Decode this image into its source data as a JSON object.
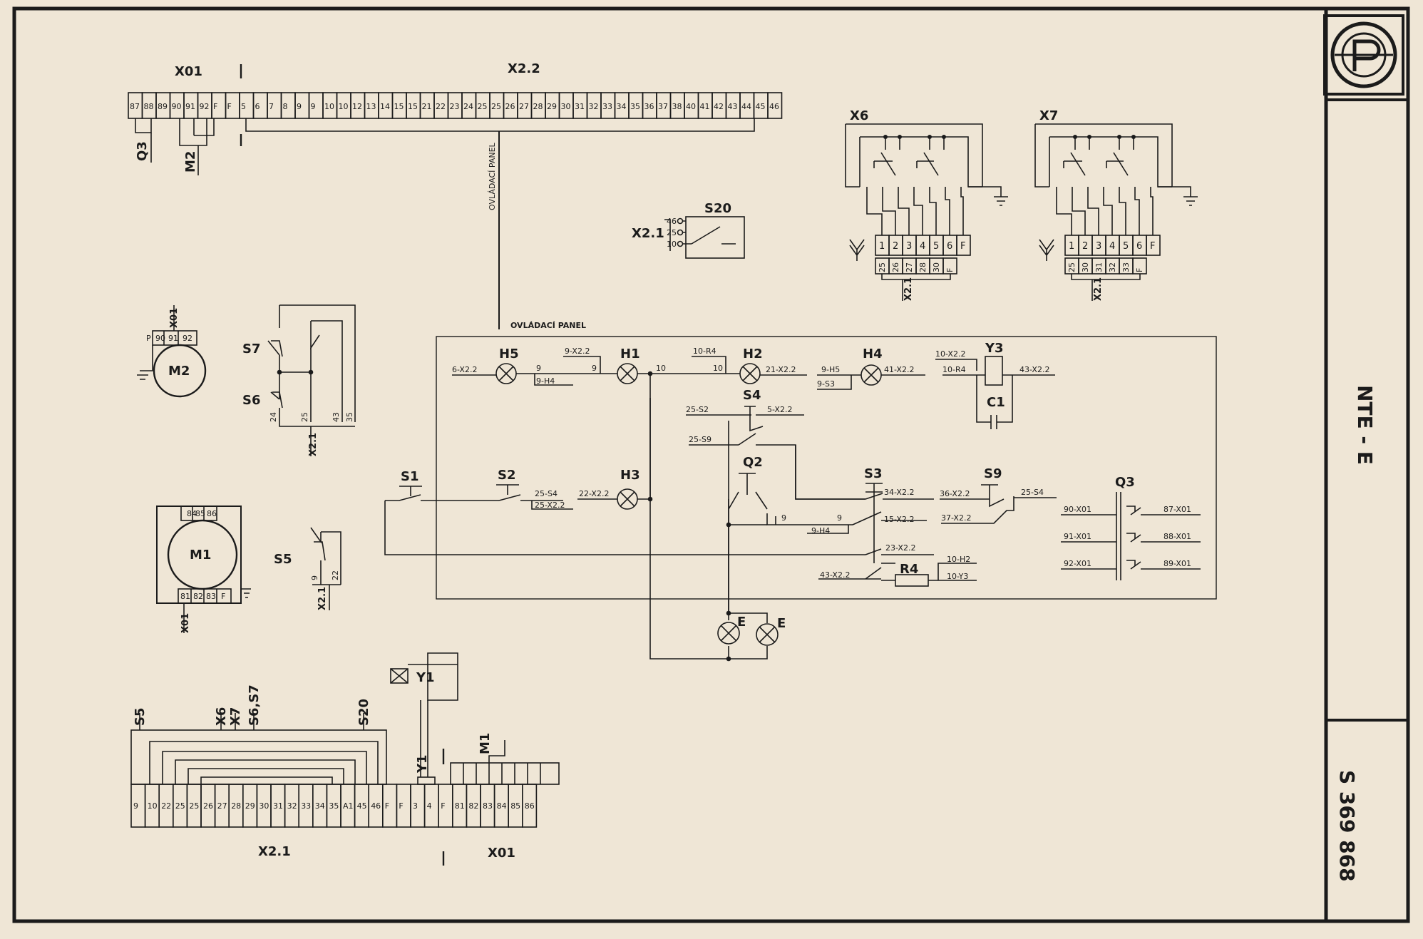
{
  "colors": {
    "paper": "#efe6d6",
    "ink": "#1b1b1b",
    "frame": "#111111"
  },
  "title_block": {
    "name": "NTE - E",
    "number": "S 369 868",
    "logo_icon": "manufacturer-logo-icon"
  },
  "x01_top": {
    "label": "X01",
    "terminals": [
      "87",
      "88",
      "89",
      "90",
      "91",
      "92",
      "F"
    ]
  },
  "x22": {
    "label": "X2.2",
    "terminals": [
      "F",
      "5",
      "6",
      "7",
      "8",
      "9",
      "9",
      "10",
      "10",
      "12",
      "13",
      "14",
      "15",
      "15",
      "21",
      "22",
      "23",
      "24",
      "25",
      "25",
      "26",
      "27",
      "28",
      "29",
      "30",
      "31",
      "32",
      "33",
      "34",
      "35",
      "36",
      "37",
      "38",
      "40",
      "41",
      "42",
      "43",
      "44",
      "45",
      "46"
    ]
  },
  "top_taps": {
    "q3": "Q3",
    "m2": "M2"
  },
  "cable_label": "OVLÁDACÍ PANEL",
  "panel_label": "OVLÁDACÍ PANEL",
  "s20": {
    "label": "S20",
    "conn": "X2.1",
    "pins": [
      "46",
      "25",
      "10"
    ]
  },
  "x6": {
    "label": "X6",
    "terms": [
      "1",
      "2",
      "3",
      "4",
      "5",
      "6",
      "F"
    ],
    "wires": [
      "25",
      "26",
      "27",
      "28",
      "30",
      "F"
    ],
    "conn": "X2.1"
  },
  "x7": {
    "label": "X7",
    "terms": [
      "1",
      "2",
      "3",
      "4",
      "5",
      "6",
      "F"
    ],
    "wires": [
      "25",
      "30",
      "31",
      "32",
      "33",
      "F"
    ],
    "conn": "X2.1"
  },
  "m2": {
    "label": "M2",
    "conn": "X01",
    "pins": [
      "P",
      "90",
      "91",
      "92"
    ]
  },
  "s7": {
    "label": "S7"
  },
  "s6": {
    "label": "S6",
    "wires": [
      "24",
      "25",
      "43",
      "35"
    ],
    "conn": "X2.1"
  },
  "m1": {
    "label": "M1",
    "conn": "X01",
    "top_pins": [
      "84",
      "85",
      "86"
    ],
    "bottom_pins": [
      "81",
      "82",
      "83",
      "F"
    ]
  },
  "s5": {
    "label": "S5",
    "wires": [
      "9",
      "22"
    ],
    "conn": "X2.1"
  },
  "panel": {
    "h5": {
      "label": "H5",
      "left": "6-X2.2",
      "node": "9",
      "below": "9-H4"
    },
    "h1": {
      "label": "H1",
      "above": "9-X2.2",
      "node_l": "9",
      "node_r": "10"
    },
    "h2": {
      "label": "H2",
      "above": "10-R4",
      "node_l": "10",
      "right": "21-X2.2"
    },
    "h4": {
      "label": "H4",
      "l1": "9-H5",
      "l2": "9-S3",
      "right": "41-X2.2"
    },
    "y3": {
      "label": "Y3",
      "l1": "10-X2.2",
      "l2": "10-R4",
      "right": "43-X2.2"
    },
    "c1": {
      "label": "C1"
    },
    "s4": {
      "label": "S4",
      "l1": "25-S2",
      "l2": "25-S9",
      "right": "5-X2.2"
    },
    "s1": {
      "label": "S1"
    },
    "s2": {
      "label": "S2",
      "r1": "25-S4",
      "r2": "25-X2.2"
    },
    "h3": {
      "label": "H3",
      "left": "22-X2.2"
    },
    "q2": {
      "label": "Q2",
      "n1": "9",
      "n2": "9",
      "below": "9-H4"
    },
    "s3": {
      "label": "S3",
      "r1": "34-X2.2",
      "r2": "15-X2.2",
      "r3": "23-X2.2",
      "left": "43-X2.2"
    },
    "r4": {
      "label": "R4",
      "r1": "10-H2",
      "r2": "10-Y3"
    },
    "s9": {
      "label": "S9",
      "l1": "36-X2.2",
      "l2": "37-X2.2",
      "right": "25-S4"
    },
    "q3": {
      "label": "Q3",
      "left": [
        "90-X01",
        "91-X01",
        "92-X01"
      ],
      "right": [
        "87-X01",
        "88-X01",
        "89-X01"
      ]
    }
  },
  "e_lamps": {
    "labels": [
      "E",
      "E"
    ]
  },
  "y1": {
    "label": "Y1",
    "tap": "Y1"
  },
  "bottom_x21": {
    "label": "X2.1",
    "terminals": [
      "9",
      "10",
      "22",
      "25",
      "25",
      "26",
      "27",
      "28",
      "29",
      "30",
      "31",
      "32",
      "33",
      "34",
      "35",
      "A1",
      "45",
      "46",
      "F"
    ],
    "taps": [
      "S5",
      "X6",
      "X7",
      "S6,S7",
      "S20"
    ]
  },
  "bottom_x01": {
    "label": "X01",
    "terminals": [
      "F",
      "3",
      "4",
      "F",
      "81",
      "82",
      "83",
      "84",
      "85",
      "86"
    ],
    "tap": "M1"
  }
}
